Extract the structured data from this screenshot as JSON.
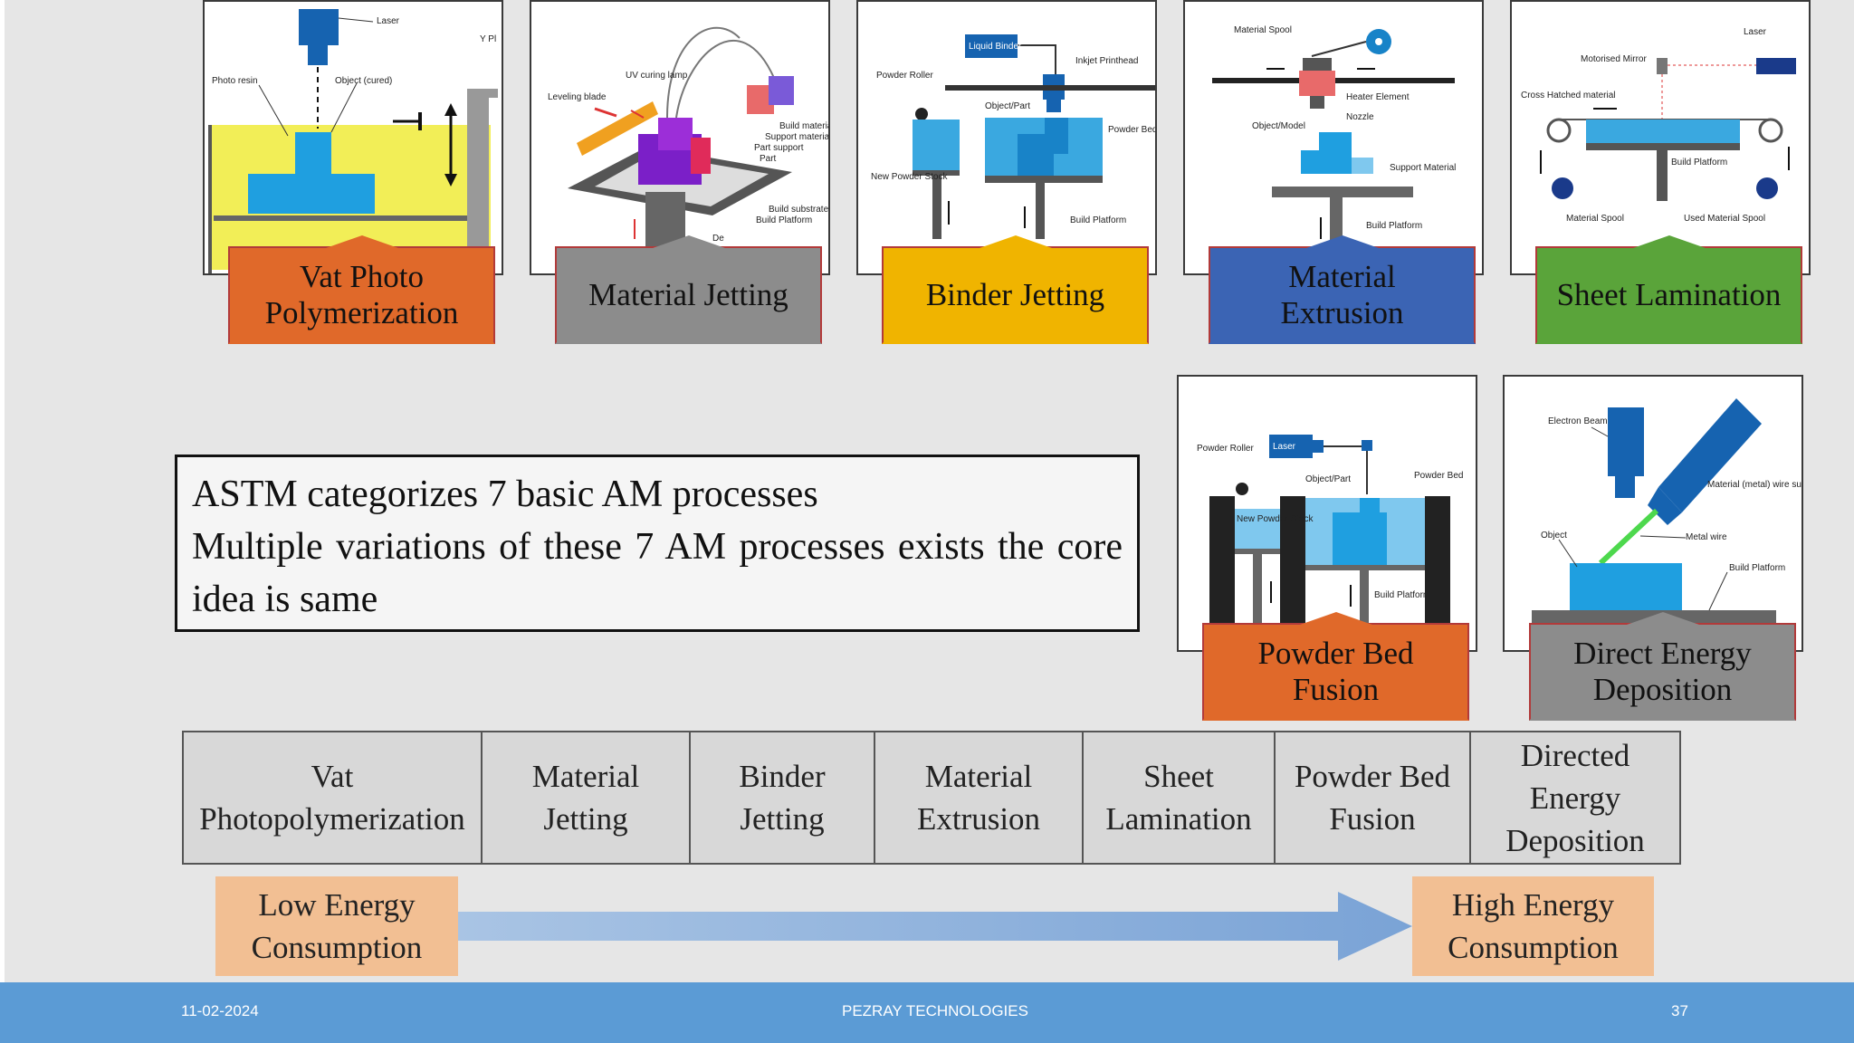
{
  "processes": [
    {
      "name": "Vat Photo Polymerization",
      "line1": "Vat Photo",
      "line2": "Polymerization",
      "color": "#e0692a"
    },
    {
      "name": "Material Jetting",
      "line1": "Material Jetting",
      "line2": "",
      "color": "#8c8c8c"
    },
    {
      "name": "Binder Jetting",
      "line1": "Binder Jetting",
      "line2": "",
      "color": "#f0b400"
    },
    {
      "name": "Material Extrusion",
      "line1": "Material",
      "line2": "Extrusion",
      "color": "#3b64b4"
    },
    {
      "name": "Sheet Lamination",
      "line1": "Sheet Lamination",
      "line2": "",
      "color": "#5aa43a"
    },
    {
      "name": "Powder Bed Fusion",
      "line1": "Powder Bed",
      "line2": "Fusion",
      "color": "#e0692a"
    },
    {
      "name": "Direct Energy Deposition",
      "line1": "Direct Energy",
      "line2": "Deposition",
      "color": "#8c8c8c"
    }
  ],
  "diagram_labels": {
    "vat": {
      "laser": "Laser",
      "photo_resin": "Photo resin",
      "object": "Object (cured)",
      "y": "Y Pl"
    },
    "mj": {
      "uv": "UV curing lamp",
      "leveling": "Leveling blade",
      "build_material": "Build material",
      "support_material": "Support material",
      "part_support": "Part support",
      "part": "Part",
      "build_substrate": "Build substrate",
      "build_platform": "Build Platform",
      "de": "De"
    },
    "bj": {
      "liquid_binder": "Liquid Binder",
      "inkjet": "Inkjet Printhead",
      "powder_roller": "Powder Roller",
      "object_part": "Object/Part",
      "powder_bed": "Powder Bed",
      "new_powder": "New Powder Stock",
      "build_platform": "Build Platform"
    },
    "me": {
      "material_spool": "Material Spool",
      "heater": "Heater Element",
      "nozzle": "Nozzle",
      "object_model": "Object/Model",
      "support": "Support Material",
      "build_platform": "Build Platform"
    },
    "sl": {
      "laser": "Laser",
      "mirror": "Motorised Mirror",
      "cross_hatched": "Cross Hatched material",
      "build_platform": "Build Platform",
      "material_spool": "Material Spool",
      "used_spool": "Used Material Spool"
    },
    "pbf": {
      "powder_roller": "Powder Roller",
      "laser": "Laser",
      "object_part": "Object/Part",
      "powder_bed": "Powder Bed",
      "new_powder": "New Powder Stock",
      "build_platform": "Build Platform"
    },
    "ded": {
      "beam": "Electron Beam",
      "wire": "Material (metal) wire supply",
      "object": "Object",
      "metal_wire": "Metal wire",
      "build_platform": "Build Platform"
    }
  },
  "description": {
    "line1": "ASTM categorizes 7 basic AM processes",
    "line2": "Multiple variations of these 7 AM processes exists the core idea is same"
  },
  "table": [
    {
      "l1": "Vat",
      "l2": "Photopolymerization",
      "l3": ""
    },
    {
      "l1": "Material",
      "l2": "Jetting",
      "l3": ""
    },
    {
      "l1": "Binder",
      "l2": "Jetting",
      "l3": ""
    },
    {
      "l1": "Material",
      "l2": "Extrusion",
      "l3": ""
    },
    {
      "l1": "Sheet",
      "l2": "Lamination",
      "l3": ""
    },
    {
      "l1": "Powder Bed",
      "l2": "Fusion",
      "l3": ""
    },
    {
      "l1": "Directed",
      "l2": "Energy",
      "l3": "Deposition"
    }
  ],
  "energy": {
    "low_l1": "Low Energy",
    "low_l2": "Consumption",
    "high_l1": "High Energy",
    "high_l2": "Consumption"
  },
  "footer": {
    "date": "11-02-2024",
    "company": "PEZRAY TECHNOLOGIES",
    "page": "37"
  }
}
